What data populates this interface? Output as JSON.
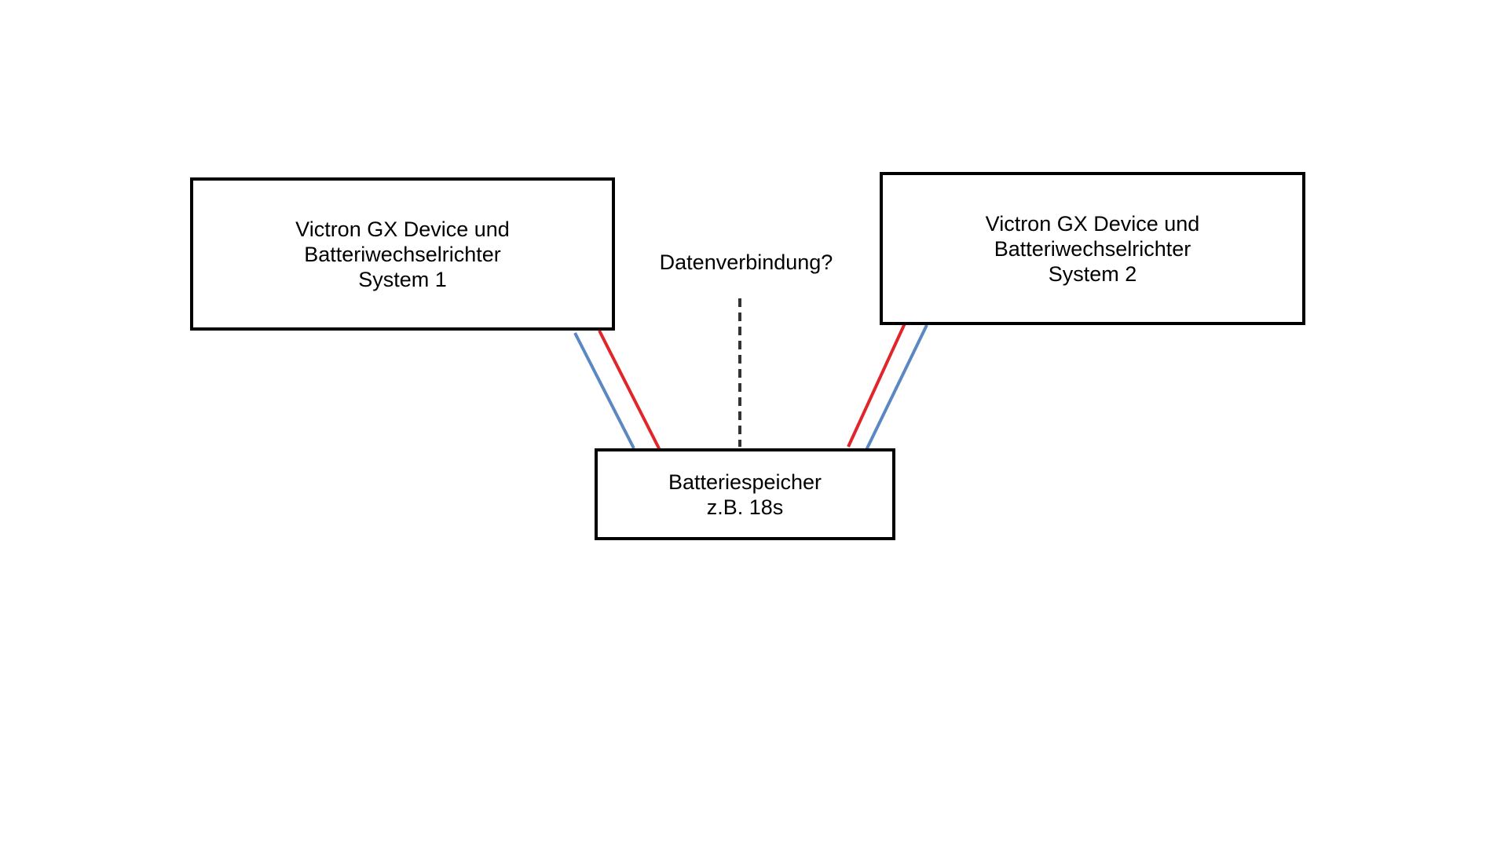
{
  "system1": {
    "line1": "Victron GX Device und",
    "line2": "Batteriwechselrichter",
    "line3": "System 1"
  },
  "system2": {
    "line1": "Victron GX Device und",
    "line2": "Batteriwechselrichter",
    "line3": "System 2"
  },
  "storage": {
    "line1": "Batteriespeicher",
    "line2": "z.B. 18s"
  },
  "data_link": {
    "label": "Datenverbindung?"
  },
  "colors": {
    "positive_wire": "#e0262b",
    "negative_wire": "#5b88c2",
    "data_line": "#333333"
  }
}
